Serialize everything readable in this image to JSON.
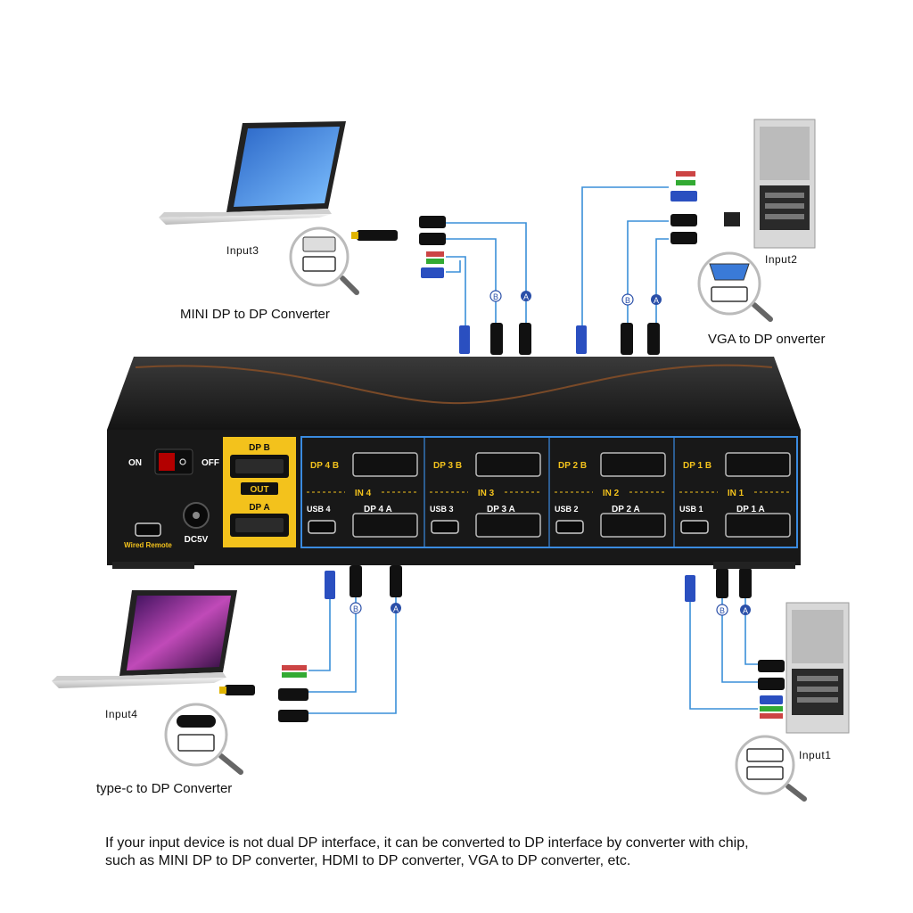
{
  "device": {
    "on_label": "ON",
    "off_label": "OFF",
    "out_label": "OUT",
    "dp_b_out": "DP B",
    "dp_a_out": "DP A",
    "dc_label": "DC5V",
    "wired_remote": "Wired Remote",
    "ports": [
      {
        "dp_b": "DP 4 B",
        "in": "IN 4",
        "usb": "USB 4",
        "dp_a": "DP 4 A"
      },
      {
        "dp_b": "DP 3 B",
        "in": "IN 3",
        "usb": "USB 3",
        "dp_a": "DP 3 A"
      },
      {
        "dp_b": "DP 2 B",
        "in": "IN 2",
        "usb": "USB 2",
        "dp_a": "DP 2 A"
      },
      {
        "dp_b": "DP 1 B",
        "in": "IN 1",
        "usb": "USB 1",
        "dp_a": "DP 1 A"
      }
    ]
  },
  "inputs": {
    "input1": "Input1",
    "input2": "Input2",
    "input3": "Input3",
    "input4": "Input4"
  },
  "converters": {
    "mini_dp": "MINI DP to DP Converter",
    "vga": "VGA to DP onverter",
    "typec": "type-c to DP Converter"
  },
  "cable_labels": {
    "a": "A",
    "b": "B"
  },
  "note": {
    "line1": "If your input device is not dual DP interface, it can be converted to DP  interface by converter with chip,",
    "line2": "such as MINI DP to DP converter, HDMI to DP converter, VGA to DP converter, etc."
  },
  "colors": {
    "device_body": "#1c1c1c",
    "accent_yellow": "#f3c21c",
    "panel_blue": "#3a8be0",
    "cable_blue": "#3a8fd8"
  }
}
